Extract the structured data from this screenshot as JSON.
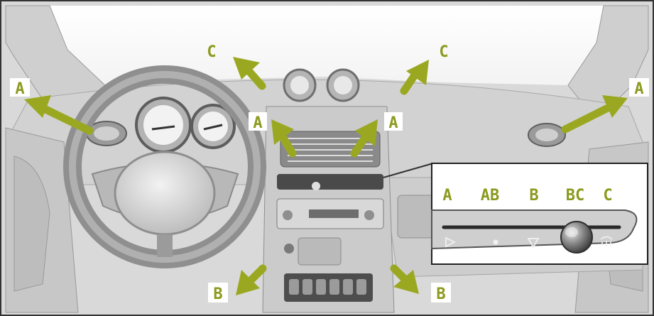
{
  "labels": {
    "a": "A",
    "b": "B",
    "c": "C",
    "ab": "AB",
    "bc": "BC"
  },
  "colors": {
    "arrow": "#9aa821",
    "label": "#8c9a1e",
    "dash": "#d7d7d7",
    "dash_dark": "#9b9b9b",
    "frame": "#333333"
  },
  "inset": {
    "labels": [
      "A",
      "AB",
      "B",
      "BC",
      "C"
    ],
    "icons": [
      "triangle-right-icon",
      "dot-icon",
      "triangle-down-icon",
      "knob-icon",
      "defrost-icon"
    ],
    "selected": "BC"
  }
}
